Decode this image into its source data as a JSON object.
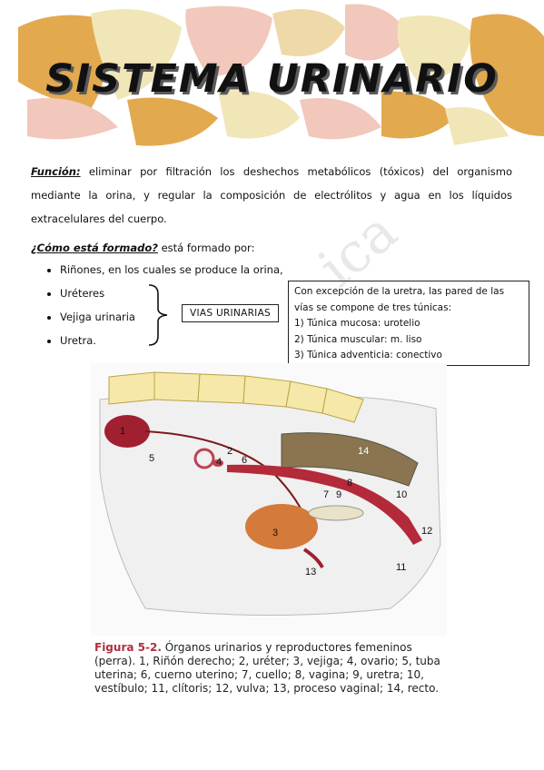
{
  "header": {
    "title": "SISTEMA URINARIO"
  },
  "funcion": {
    "label": "Función:",
    "text": " eliminar por filtración los deshechos metabólicos (tóxicos) del organismo mediante la orina, y regular la composición de electrólitos y agua en los líquidos extracelulares del cuerpo."
  },
  "formado": {
    "label": "¿Cómo está formado?",
    "text": " está formado por:"
  },
  "components": [
    "Riñones, en los cuales se produce la orina,",
    "Uréteres",
    "Vejiga urinaria",
    "Uretra."
  ],
  "vias_label": "VIAS URINARIAS",
  "tunicas": {
    "intro": "Con excepción de la uretra, las pared de las vías se compone de tres túnicas:",
    "items": [
      "1) Túnica mucosa: urotelio",
      "2) Túnica muscular: m. liso",
      "3) Túnica adventicia: conectivo"
    ]
  },
  "watermark": "ica",
  "figure": {
    "labels": [
      "1",
      "2",
      "3",
      "4",
      "5",
      "6",
      "7",
      "8",
      "9",
      "10",
      "11",
      "12",
      "13",
      "14"
    ],
    "caption_label": "Figura 5-2.",
    "caption_text": " Órganos urinarios y reproductores femeninos (perra). 1, Riñón derecho; 2, uréter; 3, vejiga; 4, ovario; 5, tuba uterina; 6, cuerno uterino; 7, cuello; 8, vagina; 9, uretra; 10, vestíbulo; 11, clítoris; 12, vulva; 13, proceso vaginal; 14, recto."
  }
}
